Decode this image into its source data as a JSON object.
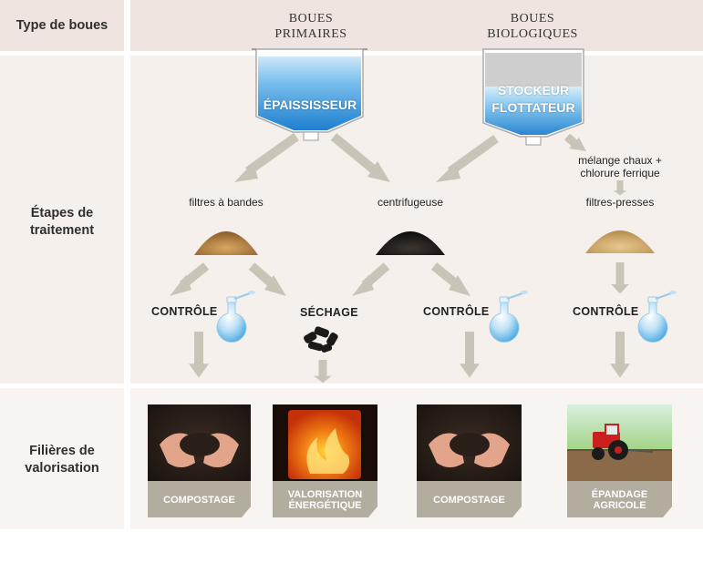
{
  "rows": {
    "type": "Type de boues",
    "steps": "Étapes de traitement",
    "outlets": "Filières de valorisation"
  },
  "columns": {
    "primary": {
      "label": "BOUES PRIMAIRES",
      "vessel": "ÉPAISSISSEUR"
    },
    "biological": {
      "label": "BOUES BIOLOGIQUES",
      "vessel": "STOCKEUR FLOTTATEUR"
    }
  },
  "processes": {
    "belt_filters": "filtres à bandes",
    "centrifuge": "centrifugeuse",
    "mixing": "mélange chaux + chlorure ferrique",
    "filter_presses": "filtres-presses",
    "drying": "SÉCHAGE"
  },
  "controls": [
    "CONTRÔLE",
    "CONTRÔLE",
    "CONTRÔLE"
  ],
  "outlets": [
    "COMPOSTAGE",
    "VALORISATION ÉNERGÉTIQUE",
    "COMPOSTAGE",
    "ÉPANDAGE AGRICOLE"
  ],
  "colors": {
    "band_light": "#f6f0ec",
    "band_header": "#efe4df",
    "arrow": "#c9c4b8",
    "banner": "#b3ada0",
    "water": "#5aa8e0"
  },
  "icons": [
    "flask-icon",
    "soil-pile-icon",
    "dried-pellets-icon",
    "hands-soil-photo",
    "fire-photo",
    "tractor-photo"
  ]
}
